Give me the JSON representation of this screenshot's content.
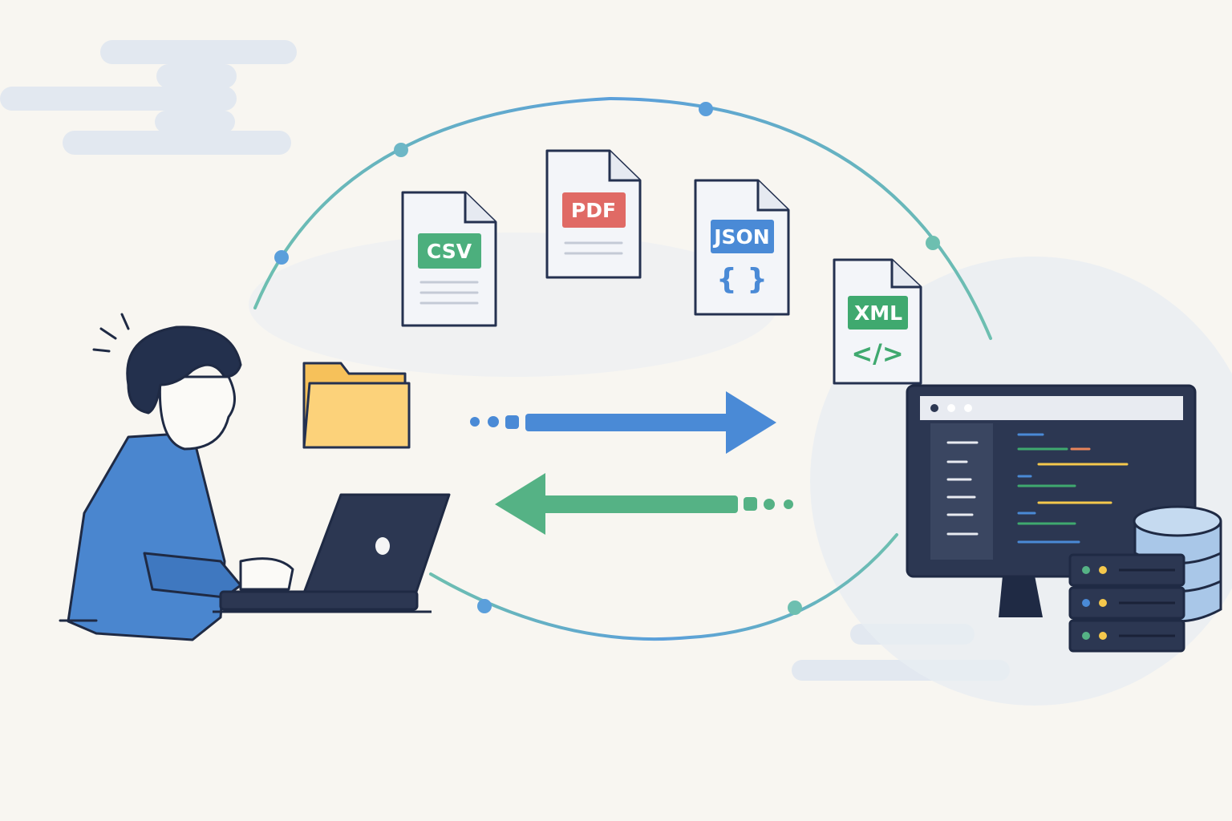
{
  "files": [
    {
      "label": "CSV",
      "color": "#4caf7d"
    },
    {
      "label": "PDF",
      "color": "#e06a65"
    },
    {
      "label": "JSON",
      "color": "#4a8ad6",
      "glyph": "{ }"
    },
    {
      "label": "XML",
      "color": "#3fa96f",
      "glyph": "</>"
    }
  ],
  "colors": {
    "background": "#f8f6f1",
    "upload_arrow": "#4a8ad6",
    "download_arrow": "#55b285",
    "folder": "#fcd27a",
    "dark": "#2c3752"
  }
}
